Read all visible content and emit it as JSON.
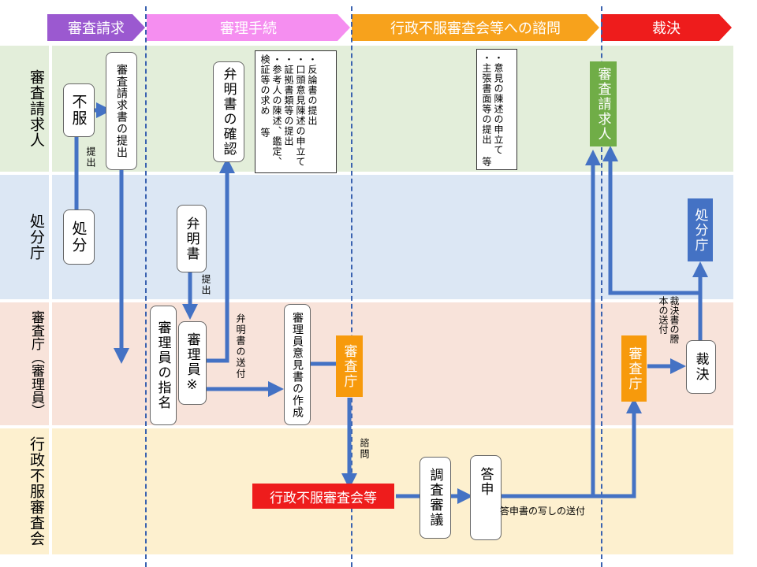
{
  "phases": [
    {
      "label": "審査請求",
      "color": "#9b59d0"
    },
    {
      "label": "審理手続",
      "color": "#f58ef0"
    },
    {
      "label": "行政不服審査会等への諮問",
      "color": "#f7a21c"
    },
    {
      "label": "裁決",
      "color": "#ee1c1c"
    }
  ],
  "lanes": [
    {
      "label": "審査請求人",
      "color": "#e3eeda"
    },
    {
      "label": "処分庁",
      "color": "#dce7f4"
    },
    {
      "label": "審査庁（審理員）",
      "color": "#f8e3da"
    },
    {
      "label": "行政不服審査会",
      "color": "#fdf0cf"
    }
  ],
  "nodes": {
    "fufuku": "不服",
    "shobun": "処分",
    "shinsa_seikyusho": "審査請求書の提出",
    "benmeisho_kakunin": "弁明書の確認",
    "benmeisho": "弁明書",
    "shinriin_shimei": "審理員の指名",
    "shinriin": "審理員※",
    "shinriin_ikensho": "審理員意見書の作成",
    "shinsacho_1": "審査庁",
    "gyosei_fufuku": "行政不服審査会等",
    "chosa_shingi": "調査審議",
    "toshin": "答申",
    "shinsa_seikyunin": "審査請求人",
    "shinsacho_2": "審査庁",
    "saiketsu": "裁決",
    "shobuncho": "処分庁"
  },
  "notes": {
    "note1": "・反論書の提出\n・口頭意見陳述の申立て\n・証拠書類等の提出\n・参考人の陳述、鑑定、検証等の求め 等",
    "note2": "・意見の陳述の申立て\n・主張書面等の提出 等"
  },
  "edge_labels": {
    "teishutsu_1": "提出",
    "teishutsu_2": "提出",
    "benmeisho_soufu": "弁明書の送付",
    "shimon": "諮問",
    "toshinsho_soufu": "答申書の写しの送付",
    "saiketsusho_soufu": "裁決書の謄本の送付"
  }
}
